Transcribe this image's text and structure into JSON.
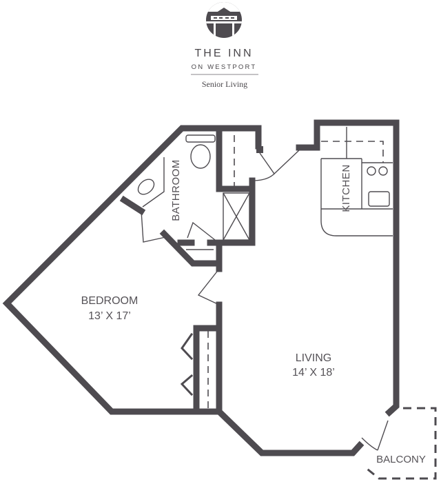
{
  "brand": {
    "logo_icon": "gazebo-roof-icon",
    "name": "THE INN",
    "subname": "ON WESTPORT",
    "tagline": "Senior Living"
  },
  "floorplan": {
    "rooms": [
      {
        "name": "BEDROOM",
        "dimensions": "13’ X 17’"
      },
      {
        "name": "LIVING",
        "dimensions": "14’ X 18’"
      },
      {
        "name": "BATHROOM",
        "dimensions": ""
      },
      {
        "name": "KITCHEN",
        "dimensions": ""
      },
      {
        "name": "BALCONY",
        "dimensions": ""
      }
    ]
  },
  "colors": {
    "wall": "#4e4b50",
    "text": "#555257",
    "background": "#ffffff"
  }
}
